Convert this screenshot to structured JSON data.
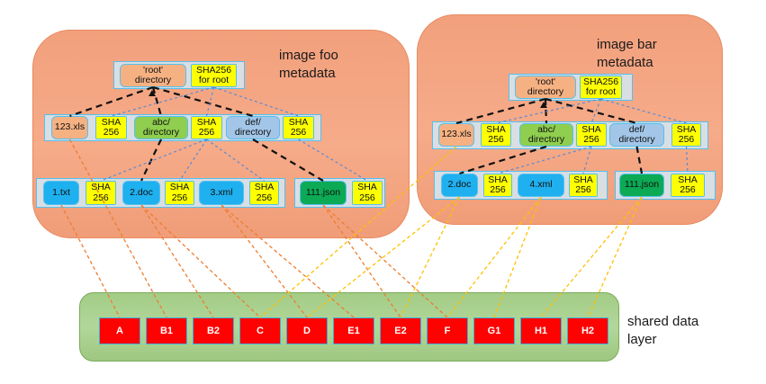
{
  "panels": {
    "foo": {
      "title": "image foo\nmetadata"
    },
    "bar": {
      "title": "image bar\nmetadata"
    }
  },
  "boxes": {
    "root_foo": "'root'\ndirectory",
    "sha_root_foo": "SHA256\nfor root",
    "xls_foo": "123.xls",
    "sha_xls_foo": "SHA\n256",
    "abc_foo": "abc/\ndirectory",
    "sha_abc_foo": "SHA\n256",
    "def_foo": "def/\ndirectory",
    "sha_def_foo": "SHA\n256",
    "txt1_foo": "1.txt",
    "sha_txt1_foo": "SHA\n256",
    "doc2_foo": "2.doc",
    "sha_doc2_foo": "SHA\n256",
    "xml3_foo": "3.xml",
    "sha_xml3_foo": "SHA\n256",
    "json111_foo": "111.json",
    "sha_json111_foo": "SHA\n256",
    "root_bar": "'root'\ndirectory",
    "sha_root_bar": "SHA256\nfor root",
    "xls_bar": "123.xls",
    "sha_xls_bar": "SHA\n256",
    "abc_bar": "abc/\ndirectory",
    "sha_abc_bar": "SHA\n256",
    "def_bar": "def/\ndirectory",
    "sha_def_bar": "SHA\n256",
    "doc2_bar": "2.doc",
    "sha_doc2_bar": "SHA\n256",
    "xml4_bar": "4.xml",
    "sha_xml4_bar": "SHA\n256",
    "json111_bar": "111.json",
    "sha_json111_bar": "SHA\n256"
  },
  "shared": {
    "label": "shared data\nlayer",
    "blocks": [
      "A",
      "B1",
      "B2",
      "C",
      "D",
      "E1",
      "E2",
      "F",
      "G1",
      "H1",
      "H2"
    ]
  },
  "colors": {
    "panel_fill": "#f4a482",
    "panel_border": "#e88a60",
    "strip_fill": "#d9dee3",
    "strip_border": "#54c0ee",
    "sha_fill": "#fdff00",
    "orange_box": "#f6b183",
    "green_dir": "#8fce4e",
    "blue_dir": "#a3c6e8",
    "file_blue": "#1fb0ef",
    "json_green": "#0caa54",
    "block_red": "#fe0202",
    "block_border": "#3fb0dd",
    "layer_green": "#a9d08e"
  },
  "line_styles": {
    "tree_black": {
      "color": "#111111",
      "width": 2.2,
      "dash": "7 5"
    },
    "tree_blue": {
      "color": "#5b8bd4",
      "width": 1.2,
      "dash": "3 3"
    },
    "foo_block": {
      "color": "#ed7d31",
      "width": 1.3,
      "dash": "4 3"
    },
    "bar_block": {
      "color": "#ffc000",
      "width": 1.3,
      "dash": "4 3"
    }
  },
  "connections": [
    {
      "from": "root_foo",
      "to": "xls_foo",
      "style": "tree_black"
    },
    {
      "from": "root_foo",
      "to": "abc_foo",
      "style": "tree_black"
    },
    {
      "from": "root_foo",
      "to": "def_foo",
      "style": "tree_black"
    },
    {
      "from": "abc_foo",
      "to": "doc2_foo",
      "style": "tree_black"
    },
    {
      "from": "def_foo",
      "to": "json111_foo",
      "style": "tree_black"
    },
    {
      "from": "sha_root_foo",
      "to": "sha_xls_foo",
      "style": "tree_blue"
    },
    {
      "from": "sha_root_foo",
      "to": "sha_abc_foo",
      "style": "tree_blue"
    },
    {
      "from": "sha_root_foo",
      "to": "sha_def_foo",
      "style": "tree_blue"
    },
    {
      "from": "sha_abc_foo",
      "to": "sha_txt1_foo",
      "style": "tree_blue"
    },
    {
      "from": "sha_abc_foo",
      "to": "sha_doc2_foo",
      "style": "tree_blue"
    },
    {
      "from": "sha_abc_foo",
      "to": "sha_xml3_foo",
      "style": "tree_blue"
    },
    {
      "from": "sha_def_foo",
      "to": "sha_json111_foo",
      "style": "tree_blue"
    },
    {
      "from": "root_bar",
      "to": "xls_bar",
      "style": "tree_black"
    },
    {
      "from": "root_bar",
      "to": "abc_bar",
      "style": "tree_black"
    },
    {
      "from": "root_bar",
      "to": "def_bar",
      "style": "tree_black"
    },
    {
      "from": "abc_bar",
      "to": "doc2_bar",
      "style": "tree_black"
    },
    {
      "from": "def_bar",
      "to": "json111_bar",
      "style": "tree_black"
    },
    {
      "from": "sha_root_bar",
      "to": "sha_xls_bar",
      "style": "tree_blue"
    },
    {
      "from": "sha_root_bar",
      "to": "sha_abc_bar",
      "style": "tree_blue"
    },
    {
      "from": "sha_root_bar",
      "to": "sha_def_bar",
      "style": "tree_blue"
    },
    {
      "from": "sha_abc_bar",
      "to": "sha_doc2_bar",
      "style": "tree_blue"
    },
    {
      "from": "sha_abc_bar",
      "to": "sha_xml4_bar",
      "style": "tree_blue"
    },
    {
      "from": "sha_def_bar",
      "to": "sha_json111_bar",
      "style": "tree_blue"
    },
    {
      "from": "txt1_foo",
      "to": "A",
      "style": "foo_block"
    },
    {
      "from": "xls_foo",
      "to": "B1",
      "style": "foo_block"
    },
    {
      "from": "doc2_foo",
      "to": "B2",
      "style": "foo_block"
    },
    {
      "from": "doc2_foo",
      "to": "C",
      "style": "foo_block"
    },
    {
      "from": "xml3_foo",
      "to": "D",
      "style": "foo_block"
    },
    {
      "from": "xml3_foo",
      "to": "E1",
      "style": "foo_block"
    },
    {
      "from": "json111_foo",
      "to": "E2",
      "style": "foo_block"
    },
    {
      "from": "json111_foo",
      "to": "F",
      "style": "foo_block"
    },
    {
      "from": "xls_bar",
      "to": "C",
      "style": "bar_block"
    },
    {
      "from": "doc2_bar",
      "to": "D",
      "style": "bar_block"
    },
    {
      "from": "doc2_bar",
      "to": "E2",
      "style": "bar_block"
    },
    {
      "from": "xml4_bar",
      "to": "F",
      "style": "bar_block"
    },
    {
      "from": "xml4_bar",
      "to": "G1",
      "style": "bar_block"
    },
    {
      "from": "json111_bar",
      "to": "H1",
      "style": "bar_block"
    },
    {
      "from": "json111_bar",
      "to": "H2",
      "style": "bar_block"
    }
  ]
}
